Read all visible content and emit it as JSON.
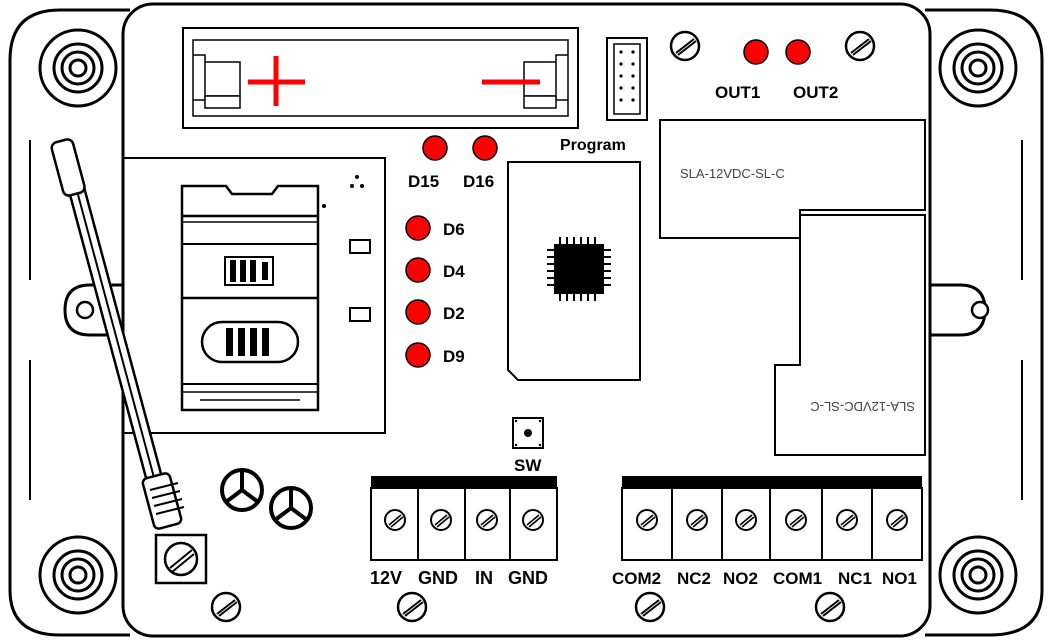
{
  "leds": {
    "d15": "D15",
    "d16": "D16",
    "d6": "D6",
    "d4": "D4",
    "d2": "D2",
    "d9": "D9",
    "out1": "OUT1",
    "out2": "OUT2"
  },
  "led_color": "#ff0000",
  "program_header": "Program",
  "relay_top": "SLA-12VDC-SL-C",
  "relay_bottom": "SLA-12VDC-SL-C",
  "switch_label": "SW",
  "terminal_left": {
    "labels": [
      "12V",
      "GND",
      "IN",
      "GND"
    ]
  },
  "terminal_right": {
    "labels": [
      "COM2",
      "NC2",
      "NO2",
      "COM1",
      "NC1",
      "NO1"
    ]
  },
  "battery": {
    "plus": "+",
    "minus": "−"
  }
}
